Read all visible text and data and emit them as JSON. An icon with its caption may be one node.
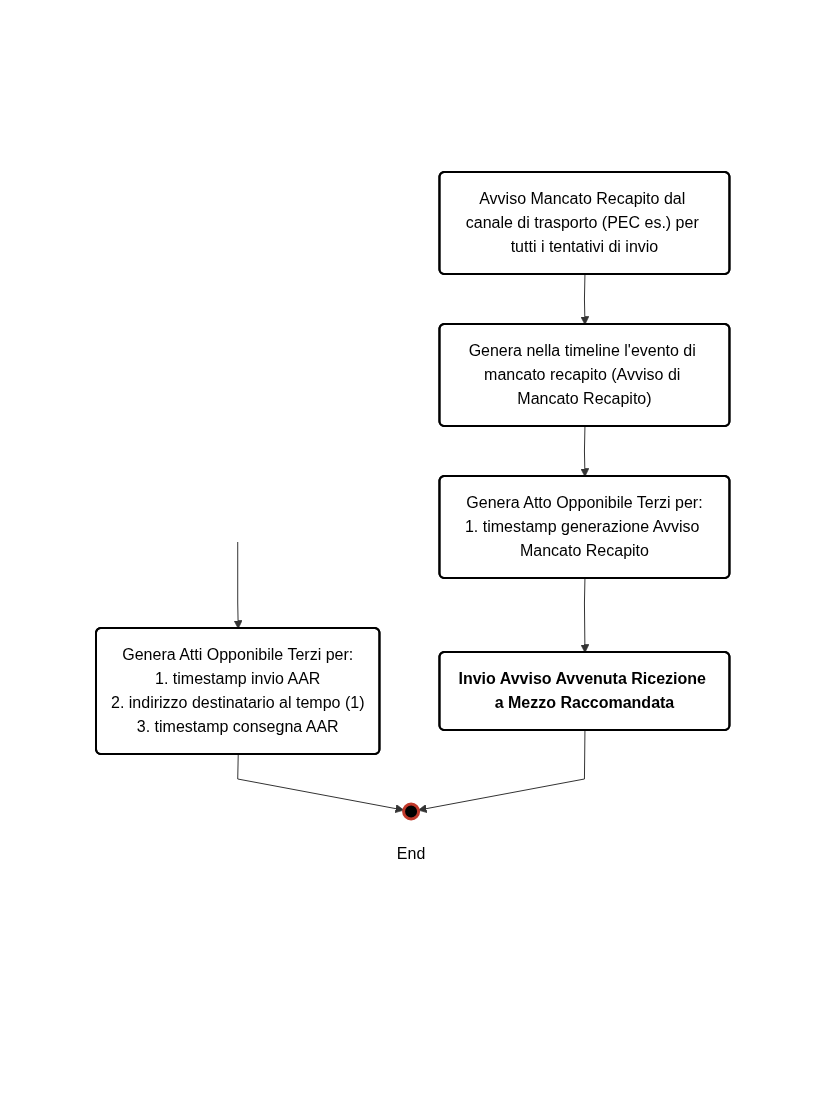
{
  "diagram": {
    "nodes": [
      {
        "text": [
          "Genera Atti Opponibile Terzi per:",
          "1. timestamp invio AAR",
          "2. indirizzo destinatario al tempo (1)",
          "3. timestamp consegna AAR"
        ]
      },
      {
        "text": [
          "Avviso Mancato Recapito dal canale di trasporto (PEC es.) per tutti i tentativi di invio"
        ]
      },
      {
        "text": [
          "Genera nella timeline l'evento di mancato recapito (Avviso di Mancato Recapito)"
        ]
      },
      {
        "text": [
          "Genera Atto Opponibile Terzi per:",
          "1. timestamp generazione Avviso Mancato Recapito"
        ]
      },
      {
        "text": [
          "Invio Avviso Avvenuta Ricezione a Mezzo Raccomandata"
        ]
      },
      {
        "text": [],
        "shape": "circle",
        "beside": [
          "End"
        ]
      }
    ],
    "edges": [
      {
        "from": null,
        "to": 0,
        "arrow": "to"
      },
      {
        "from": 1,
        "to": 2,
        "arrow": "to"
      },
      {
        "from": 2,
        "to": 3,
        "arrow": "to"
      },
      {
        "from": 3,
        "to": 4,
        "arrow": "to"
      },
      {
        "from": 0,
        "to": 5,
        "arrow": "to"
      },
      {
        "from": 4,
        "to": 5,
        "arrow": "to"
      }
    ]
  }
}
